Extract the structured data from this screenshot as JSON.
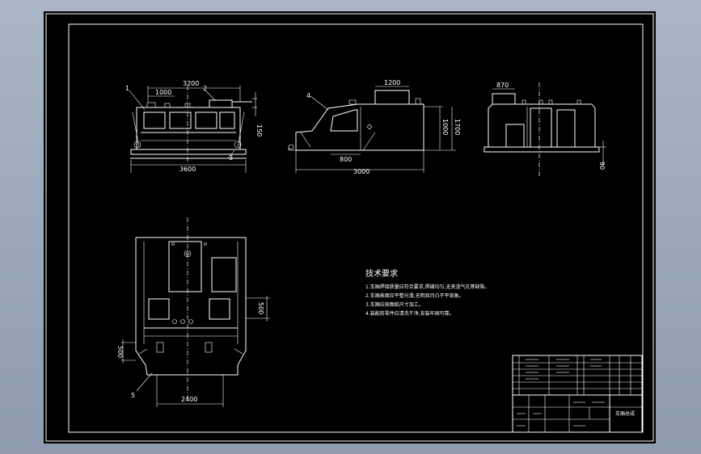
{
  "colors": {
    "background": "#9aa7bb",
    "paper": "#000000",
    "line": "#ffffff"
  },
  "dimensions": {
    "front_overall_width": "3200",
    "front_segment": "1000",
    "front_base_width": "3600",
    "front_height": "150",
    "side_top": "1200",
    "side_length": "3000",
    "side_bottom": "800",
    "side_h1": "1000",
    "side_h2": "1700",
    "rear_top": "870",
    "rear_h": "90",
    "plan_width": "2400",
    "plan_side": "500",
    "plan_left": "500"
  },
  "callouts": {
    "c1": "1",
    "c2": "2",
    "c3": "3",
    "c4": "4",
    "c5": "5"
  },
  "notes": {
    "title": "技术要求",
    "line1": "1.车厢焊接质量应符合要求,焊缝均匀,无夹渣气孔等缺陷。",
    "line2": "2.车厢表面应平整光滑,无明显凹凸不平现象。",
    "line3": "3.车厢应按图纸尺寸加工。",
    "line4": "4.装配前零件应清洗干净,安装牢固可靠。"
  },
  "title_block": {
    "drawing_name": "车厢总成"
  }
}
